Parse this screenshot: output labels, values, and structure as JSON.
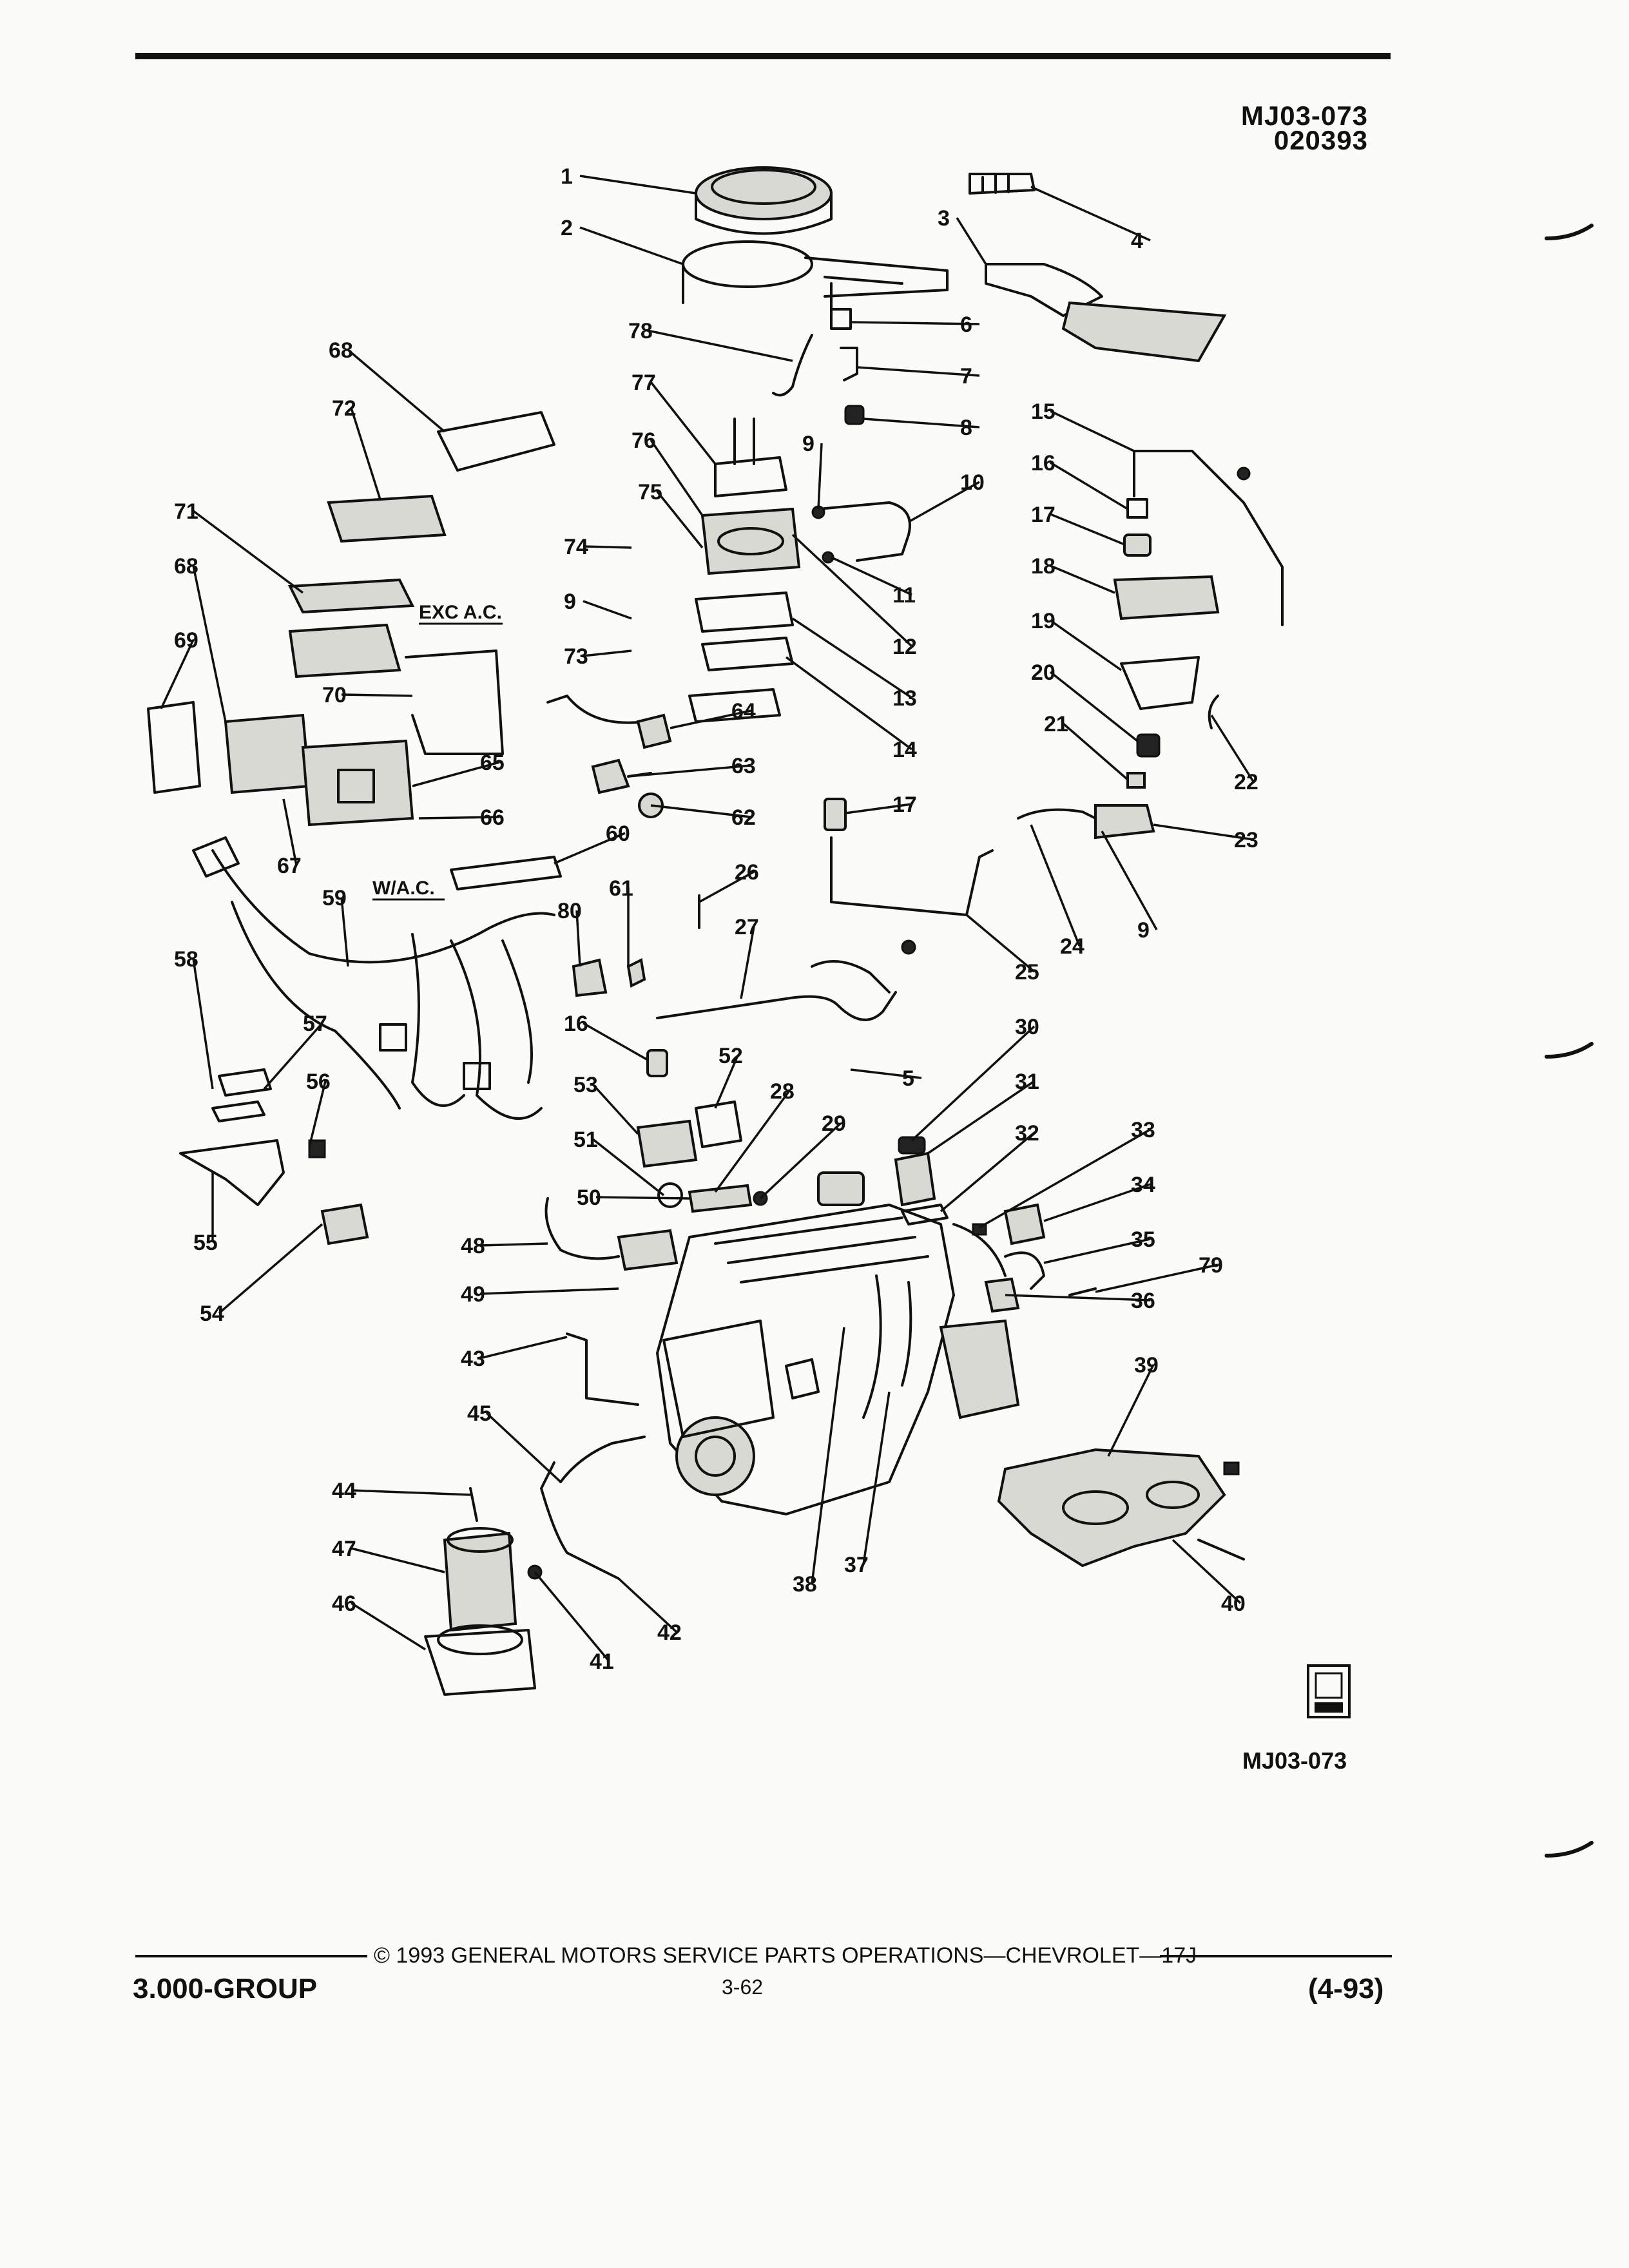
{
  "header": {
    "diagram_id": "MJ03-073",
    "date_code": "020393"
  },
  "diagram": {
    "reference_bottom": "MJ03-073",
    "notes": {
      "exc_ac": "EXC A.C.",
      "w_ac": "W/A.C."
    },
    "callouts": [
      "1",
      "2",
      "3",
      "4",
      "5",
      "6",
      "7",
      "8",
      "9",
      "9",
      "9",
      "10",
      "11",
      "12",
      "13",
      "14",
      "15",
      "16",
      "16",
      "17",
      "17",
      "18",
      "19",
      "20",
      "21",
      "22",
      "23",
      "24",
      "25",
      "26",
      "27",
      "28",
      "29",
      "30",
      "31",
      "32",
      "33",
      "34",
      "35",
      "36",
      "37",
      "38",
      "39",
      "40",
      "41",
      "42",
      "43",
      "44",
      "45",
      "46",
      "47",
      "48",
      "49",
      "50",
      "51",
      "52",
      "53",
      "54",
      "55",
      "56",
      "57",
      "58",
      "59",
      "60",
      "61",
      "62",
      "63",
      "64",
      "65",
      "66",
      "67",
      "68",
      "68",
      "69",
      "70",
      "71",
      "72",
      "73",
      "74",
      "75",
      "76",
      "77",
      "78",
      "79",
      "80"
    ]
  },
  "footer": {
    "copyright": "© 1993 GENERAL MOTORS SERVICE PARTS OPERATIONS—CHEVROLET—17J",
    "group": "3.000-GROUP",
    "page_number": "3-62",
    "revision": "(4-93)"
  }
}
